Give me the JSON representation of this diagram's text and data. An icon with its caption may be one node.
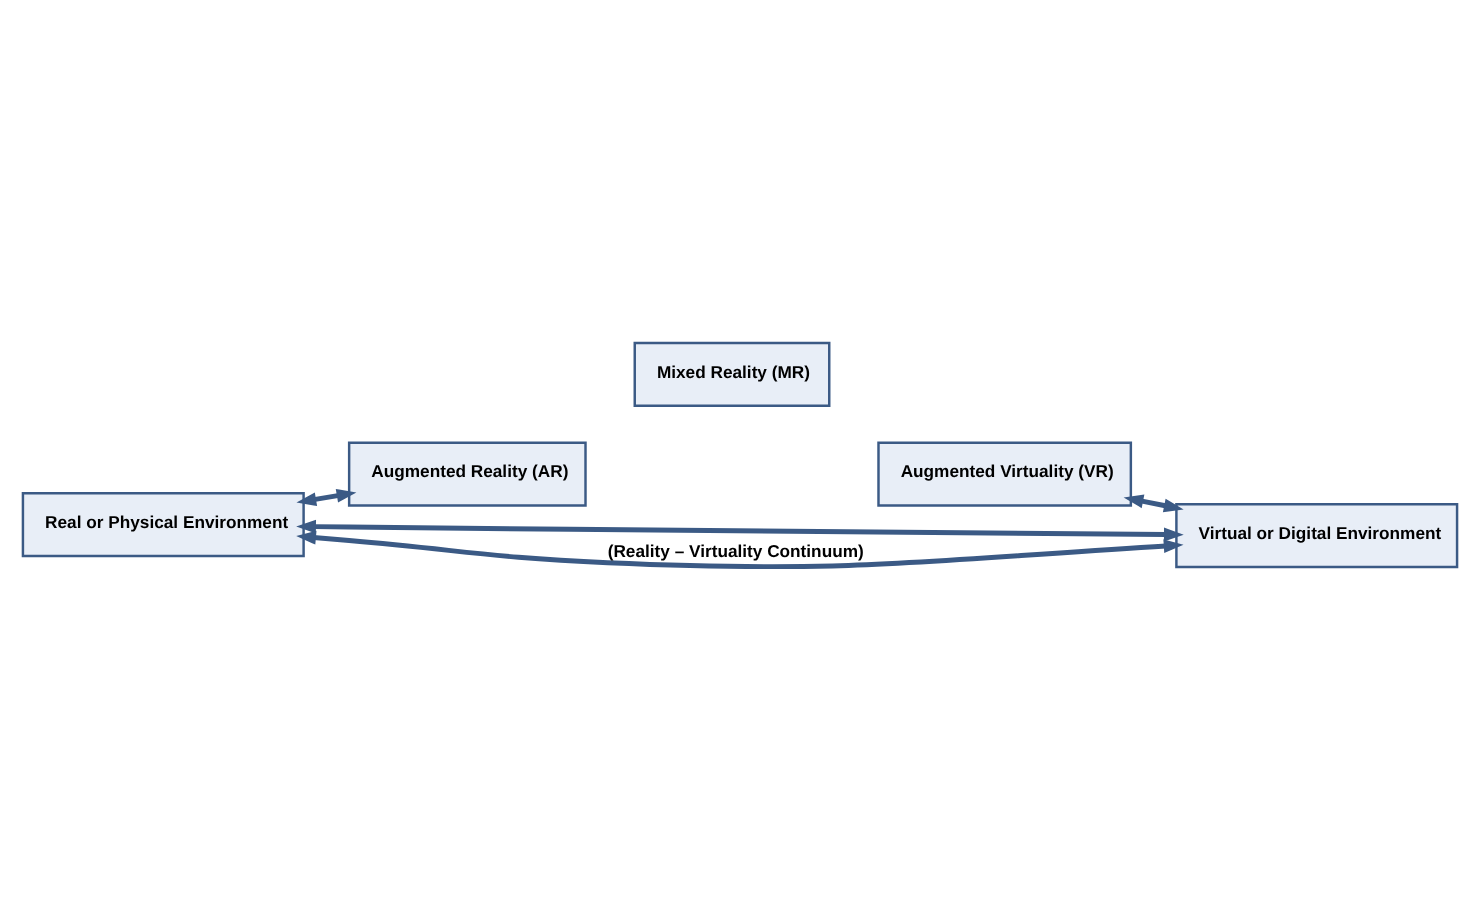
{
  "diagram": {
    "nodes": [
      {
        "text": [
          "Mixed Reality (MR)"
        ]
      },
      {
        "text": [
          "Real or Physical Environment"
        ]
      },
      {
        "text": [
          "Augmented Reality (AR)"
        ]
      },
      {
        "text": [
          "Augmented Virtuality (VR)"
        ]
      },
      {
        "text": [
          "Virtual or Digital Environment"
        ]
      }
    ],
    "edges": [
      {
        "from": 1,
        "to": 4,
        "arrow": "both"
      },
      {
        "from": 1,
        "to": 4,
        "arrow": "both",
        "label": "(Reality – Virtuality Continuum)"
      },
      {
        "from": 1,
        "to": 2,
        "arrow": "both"
      },
      {
        "from": 3,
        "to": 4,
        "arrow": "both"
      }
    ]
  }
}
